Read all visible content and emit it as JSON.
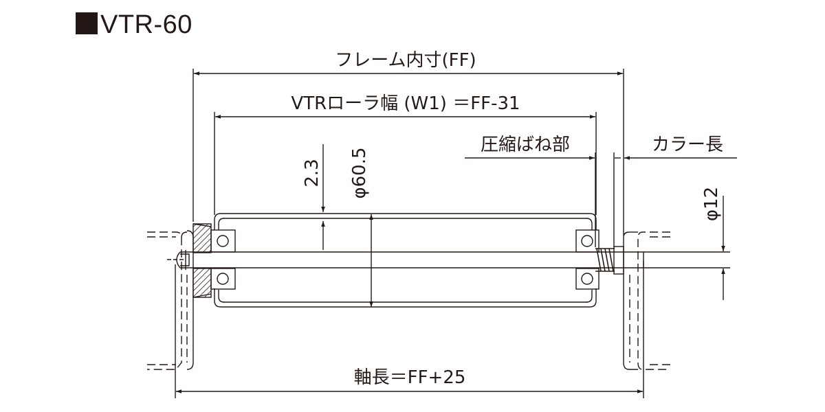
{
  "title": "VTR-60",
  "labels": {
    "frame_inner": "フレーム内寸(FF)",
    "roller_width": "VTRローラ幅 (W1) ＝FF-31",
    "spring_part": "圧縮ばね部",
    "collar_length": "カラー長",
    "wall_thickness": "2.3",
    "roller_diameter": "φ60.5",
    "shaft_diameter": "φ12",
    "shaft_length": "軸長＝FF+25"
  },
  "colors": {
    "line": "#231815",
    "background": "#ffffff"
  }
}
